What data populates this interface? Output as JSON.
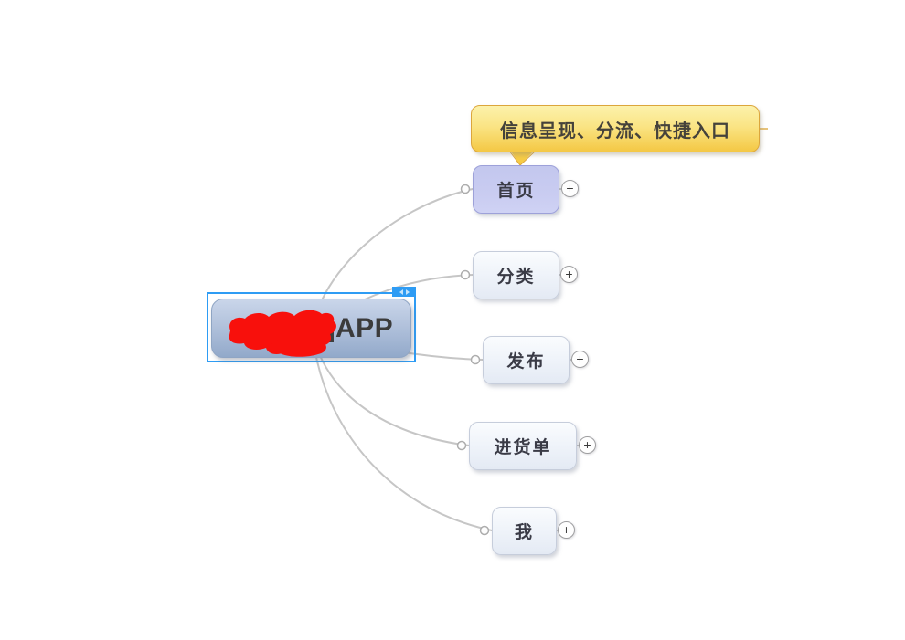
{
  "diagram_type": "mindmap",
  "callout": {
    "text": "信息呈现、分流、快捷入口"
  },
  "central_topic": {
    "visible_text": "APP",
    "redacted": true
  },
  "branches": [
    {
      "label": "首页"
    },
    {
      "label": "分类"
    },
    {
      "label": "发布"
    },
    {
      "label": "进货单"
    },
    {
      "label": "我"
    }
  ],
  "expand_button_symbol": "+",
  "colors": {
    "selection_blue": "#2E9CF4",
    "central_fill_top": "#CAD6EA",
    "central_fill_bottom": "#92A9CA",
    "callout_fill_top": "#FCF2AC",
    "callout_fill_bottom": "#F4C844",
    "callout_border": "#DCA63C",
    "branch_highlight_fill": "#C9CCF1",
    "branch_highlight_border": "#9DA1D9",
    "branch_fill_top": "#FAFCFE",
    "branch_fill_bottom": "#E4EAF4",
    "branch_border": "#C6CDDB",
    "connector_line": "#C6C6C6",
    "redaction_red": "#F8100C",
    "text_dark": "#3B3B3B"
  }
}
